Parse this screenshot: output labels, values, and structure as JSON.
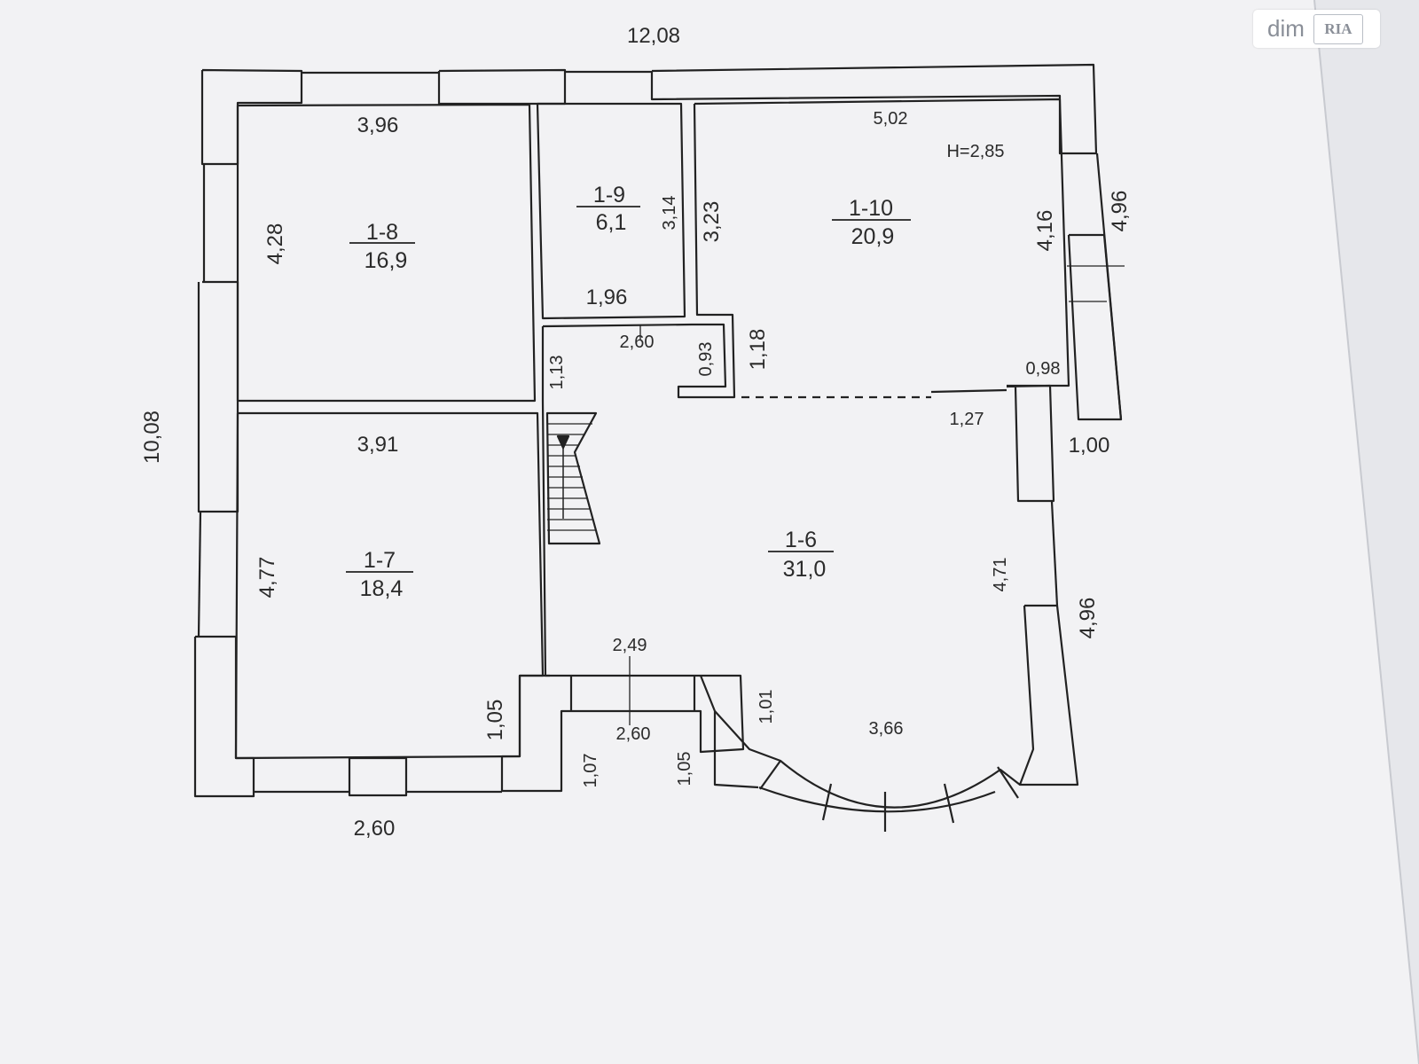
{
  "watermark": {
    "text": "dim",
    "logo": "RIA"
  },
  "overall": {
    "width": "12,08",
    "height": "10,08"
  },
  "rooms": [
    {
      "id": "1-8",
      "area": "16,9"
    },
    {
      "id": "1-9",
      "area": "6,1"
    },
    {
      "id": "1-10",
      "area": "20,9"
    },
    {
      "id": "1-7",
      "area": "18,4"
    },
    {
      "id": "1-6",
      "area": "31,0"
    }
  ],
  "ceiling_height": "H=2,85",
  "dimensions": {
    "r8_width": "3,96",
    "r8_height": "4,28",
    "r9_height": "3,14",
    "r9_width": "1,96",
    "r10_width": "5,02",
    "r10_left": "3,23",
    "r10_right": "4,16",
    "r10_outer": "4,96",
    "hall_top": "2,60",
    "hall_stair": "1,13",
    "hall_niche": "0,93",
    "hall_wall": "1,18",
    "right_step": "0,98",
    "right_gap": "1,27",
    "right_wall": "1,00",
    "r7_width": "3,91",
    "r7_height": "4,77",
    "r7_corner": "1,05",
    "r6_right": "4,71",
    "r6_outer": "4,96",
    "entry_top": "2,49",
    "entry_inner": "2,60",
    "entry_left": "1,07",
    "entry_right": "1,05",
    "bay_side": "1,01",
    "bay_width": "3,66",
    "bottom_width": "2,60"
  }
}
